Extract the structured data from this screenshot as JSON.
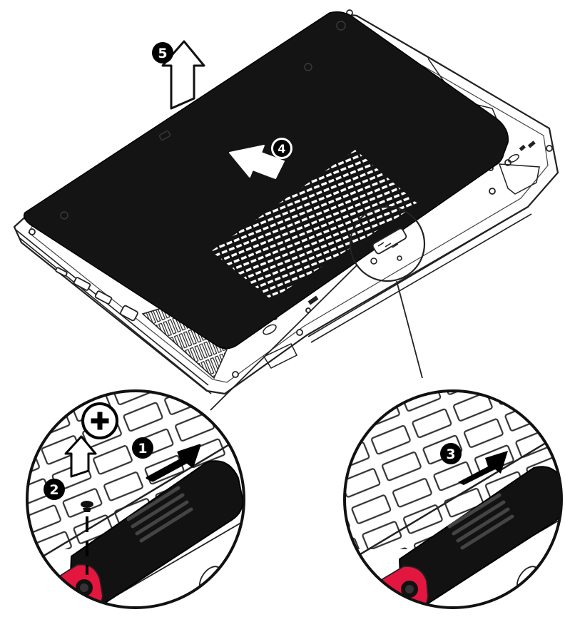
{
  "diagram": {
    "subject": "laptop-bottom-service-door-removal",
    "colors": {
      "outline": "#222222",
      "door": "#141414",
      "chassis": "#ffffff",
      "latch_release": "#e3163f",
      "latch_body": "#121212",
      "step_badge": "#000000",
      "step_text": "#ffffff"
    },
    "steps": [
      {
        "number": "1",
        "action": "slide-latch-right"
      },
      {
        "number": "2",
        "action": "remove-screw"
      },
      {
        "number": "3",
        "action": "slide-release-latch-right"
      },
      {
        "number": "4",
        "action": "slide-door-toward-front"
      },
      {
        "number": "5",
        "action": "lift-door-off"
      }
    ],
    "icons": [
      "phillips-screwdriver-icon",
      "screw-icon",
      "arrow-icon"
    ]
  }
}
